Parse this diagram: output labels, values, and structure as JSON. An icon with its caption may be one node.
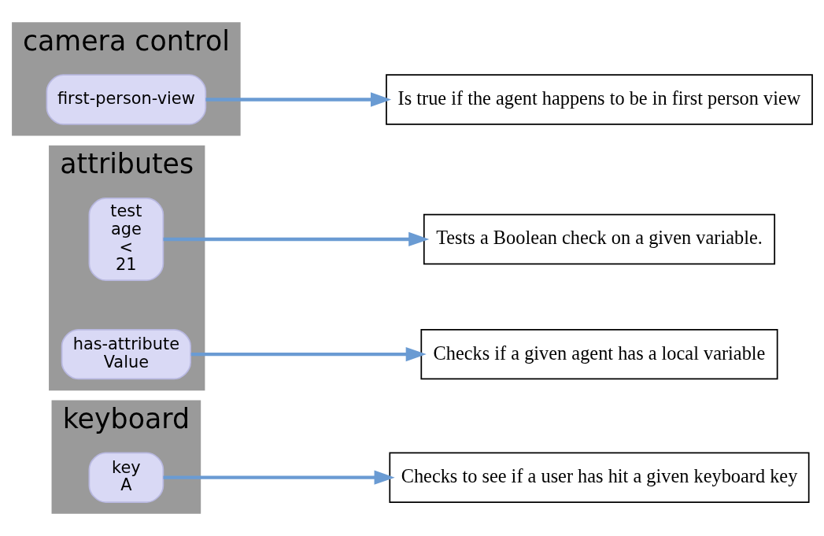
{
  "diagram": {
    "nodes": [
      {
        "text": [
          "keyboard"
        ]
      },
      {
        "text": [
          "key",
          "A"
        ],
        "in": 0
      },
      {
        "text": [
          "Checks to see if a user has hit a given keyboard key"
        ]
      },
      {
        "text": [
          "attributes"
        ]
      },
      {
        "text": [
          "test",
          "age",
          "<",
          "21"
        ],
        "in": 3
      },
      {
        "text": [
          "has-attribute",
          "Value"
        ],
        "in": 3
      },
      {
        "text": [
          "Tests a Boolean check on a given variable."
        ]
      },
      {
        "text": [
          "Checks if a given agent has a local variable"
        ]
      },
      {
        "text": [
          "camera control"
        ]
      },
      {
        "text": [
          "first-person-view"
        ],
        "in": 8
      },
      {
        "text": [
          "Is true if the agent happens to be in first person view"
        ]
      }
    ],
    "edges": [
      {
        "from": 1,
        "to": 2,
        "arrow": "to"
      },
      {
        "from": 4,
        "to": 6,
        "arrow": "to"
      },
      {
        "from": 5,
        "to": 7,
        "arrow": "to"
      },
      {
        "from": 9,
        "to": 10,
        "arrow": "to"
      }
    ]
  }
}
